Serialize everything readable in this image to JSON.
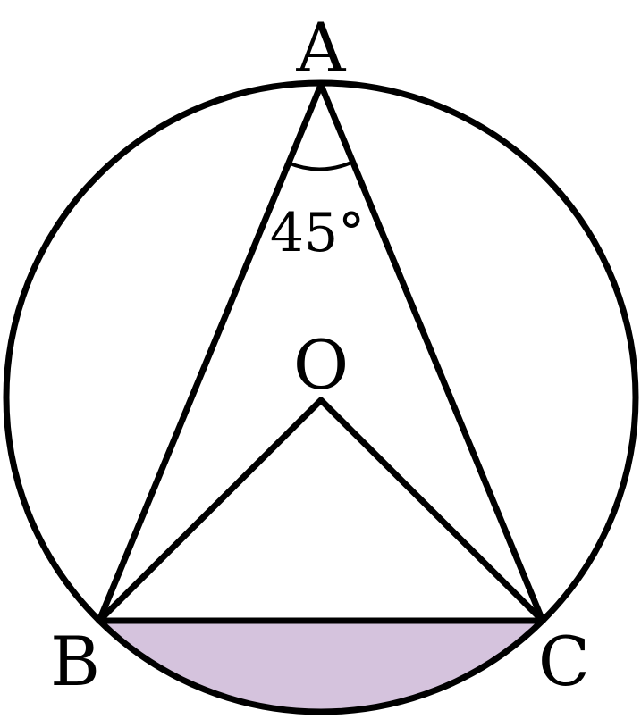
{
  "figure": {
    "points": {
      "A": "A",
      "B": "B",
      "C": "C",
      "O": "O"
    },
    "angle_label": "45°",
    "colors": {
      "line": "#000000",
      "segment_fill": "#d5c3dd",
      "background": "#ffffff"
    }
  }
}
